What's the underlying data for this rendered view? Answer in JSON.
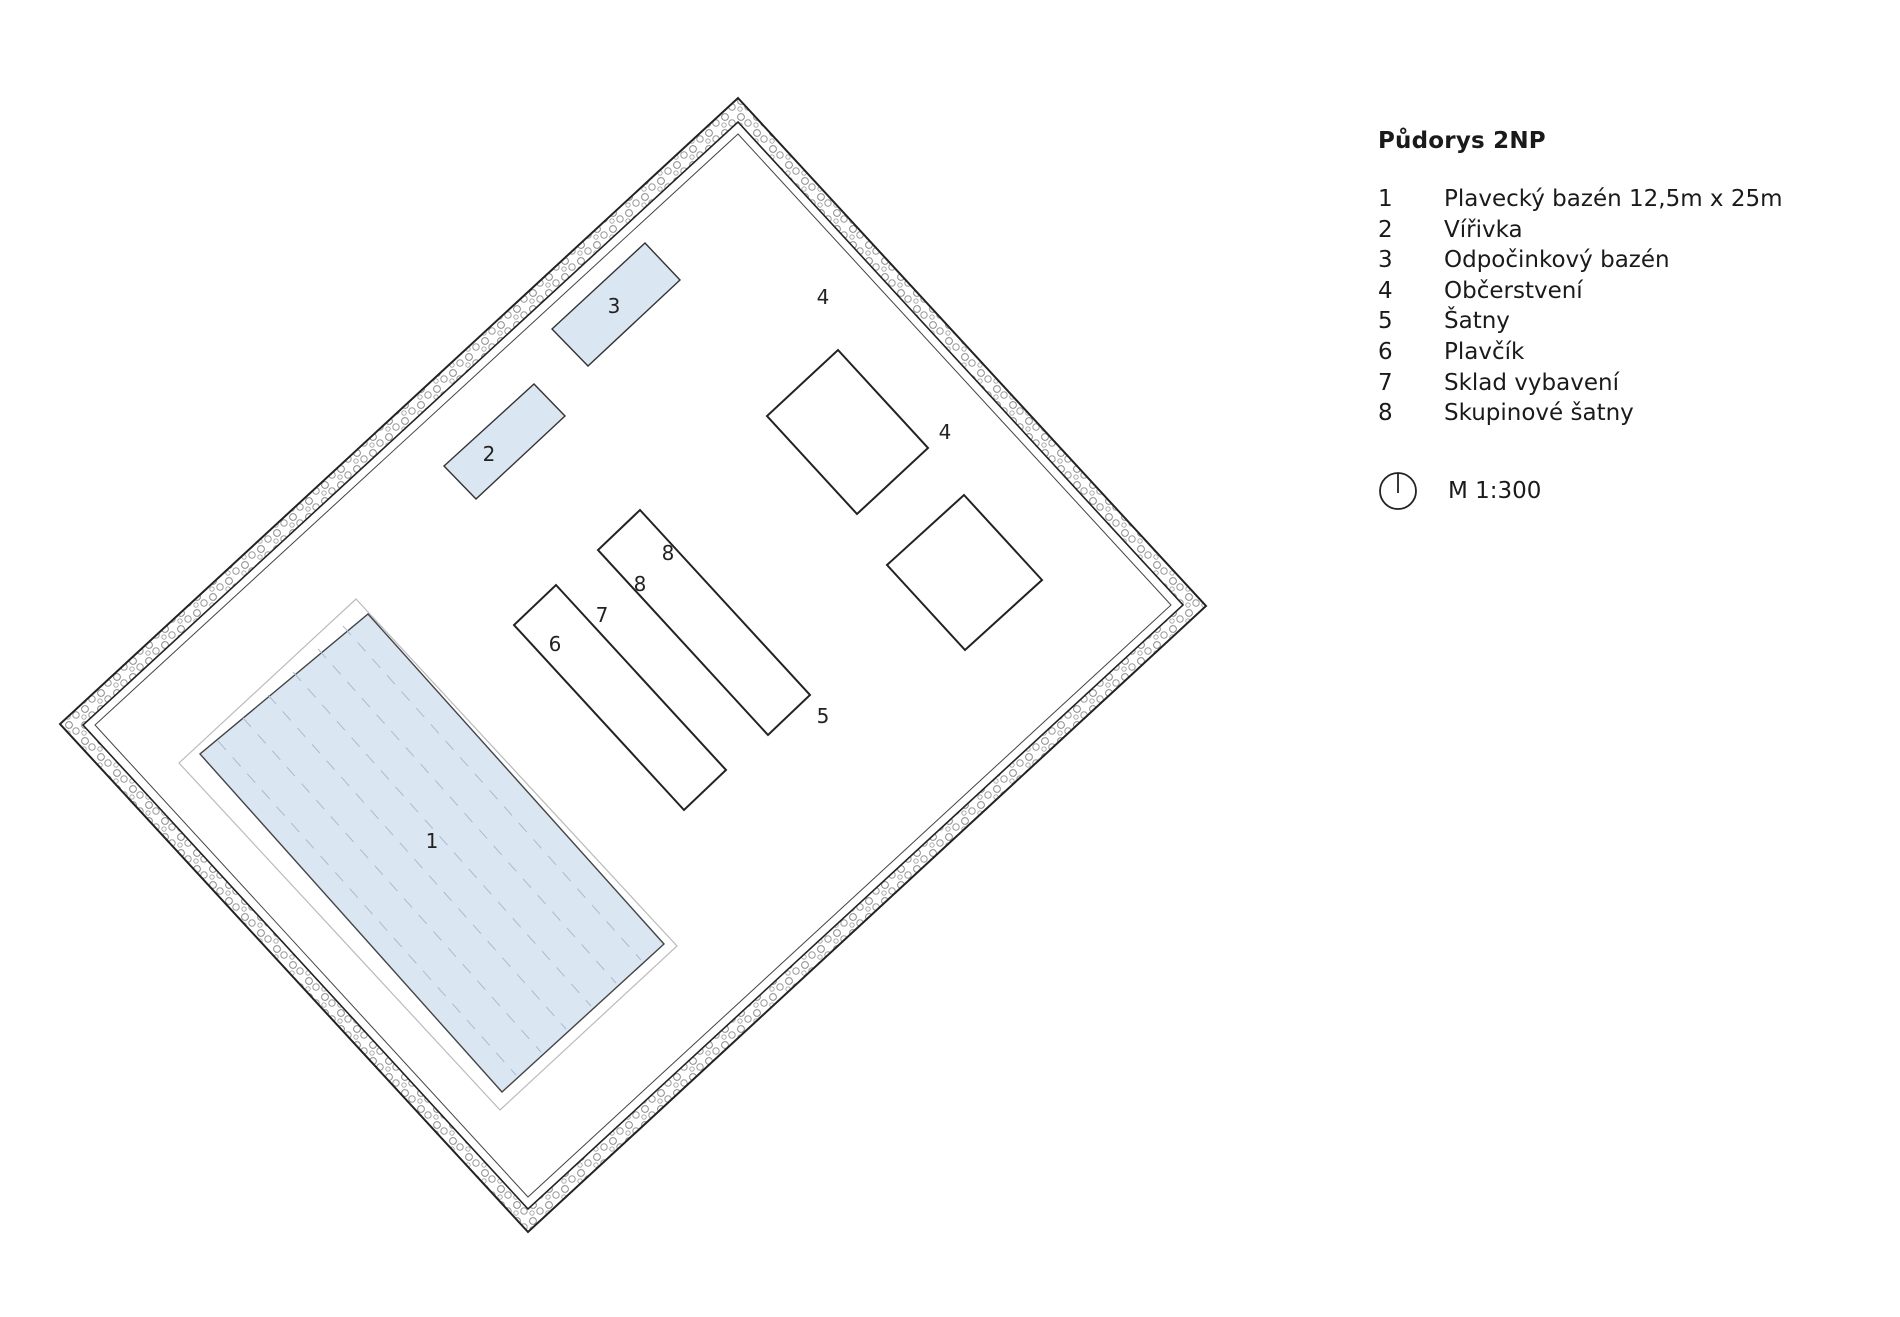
{
  "legend": {
    "title": "Půdorys 2NP",
    "items": [
      {
        "num": "1",
        "label": "Plavecký bazén 12,5m x 25m"
      },
      {
        "num": "2",
        "label": "Vířivka"
      },
      {
        "num": "3",
        "label": "Odpočinkový bazén"
      },
      {
        "num": "4",
        "label": "Občerstvení"
      },
      {
        "num": "5",
        "label": "Šatny"
      },
      {
        "num": "6",
        "label": "Plavčík"
      },
      {
        "num": "7",
        "label": "Sklad vybavení"
      },
      {
        "num": "8",
        "label": "Skupinové šatny"
      }
    ],
    "scale": "M 1:300"
  },
  "plan_labels": {
    "swimming_pool": "1",
    "whirlpool": "2",
    "relax_pool": "3",
    "refreshment_top": "4",
    "refreshment_right": "4",
    "changing_rooms": "5",
    "lifeguard": "6",
    "equipment_storage": "7",
    "group_changing_a": "8",
    "group_changing_b": "8"
  },
  "colors": {
    "water": "#dbe6f3",
    "line": "#222222",
    "planting": "#9a9a9a"
  }
}
